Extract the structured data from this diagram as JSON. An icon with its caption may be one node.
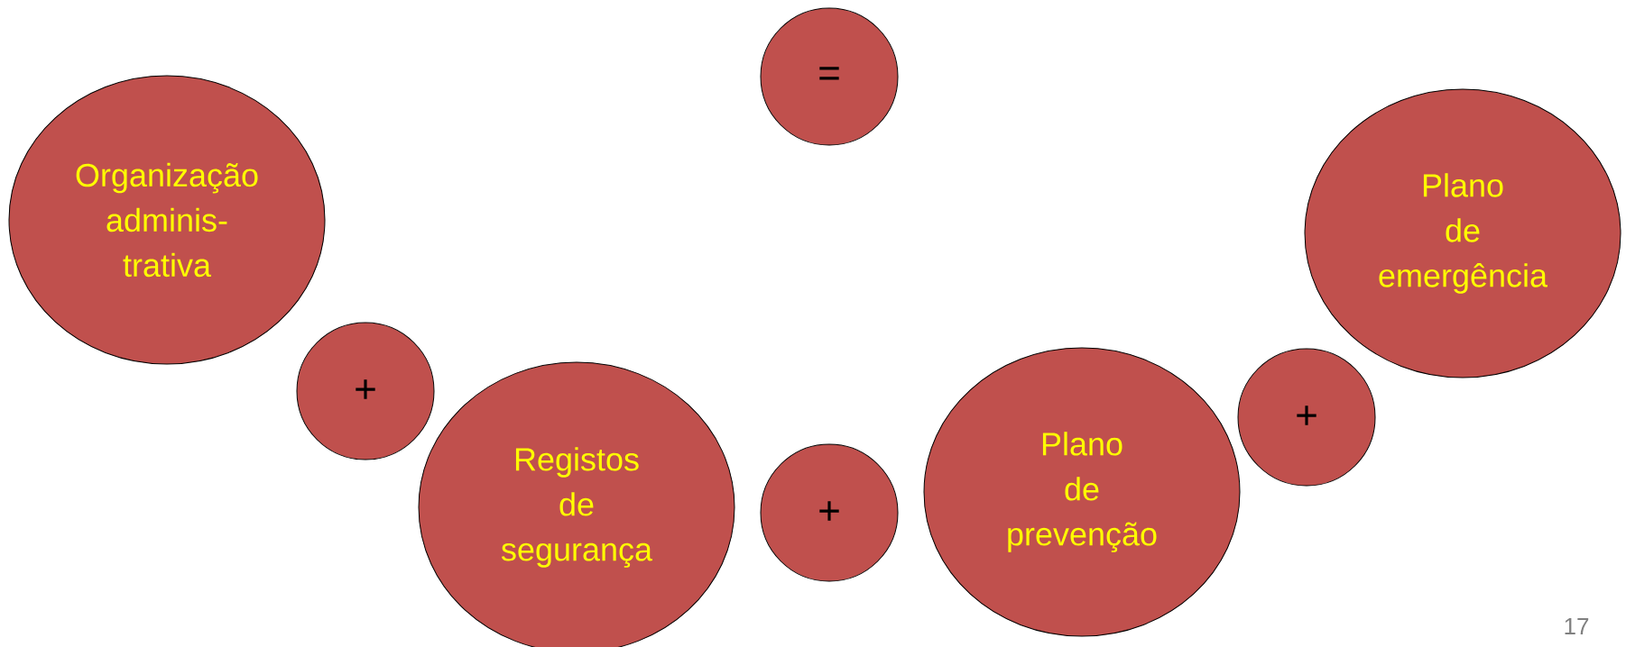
{
  "diagram": {
    "nodes": [
      {
        "text": [
          "Organização adminis- trativa"
        ]
      },
      {
        "text": [
          "+"
        ]
      },
      {
        "text": [
          "Registos de segurança"
        ]
      },
      {
        "text": [
          "="
        ]
      },
      {
        "text": [
          "+"
        ]
      },
      {
        "text": [
          "Plano de prevenção"
        ]
      },
      {
        "text": [
          "+"
        ]
      },
      {
        "text": [
          "Plano de emergência"
        ]
      }
    ],
    "labels": [
      "17"
    ]
  }
}
